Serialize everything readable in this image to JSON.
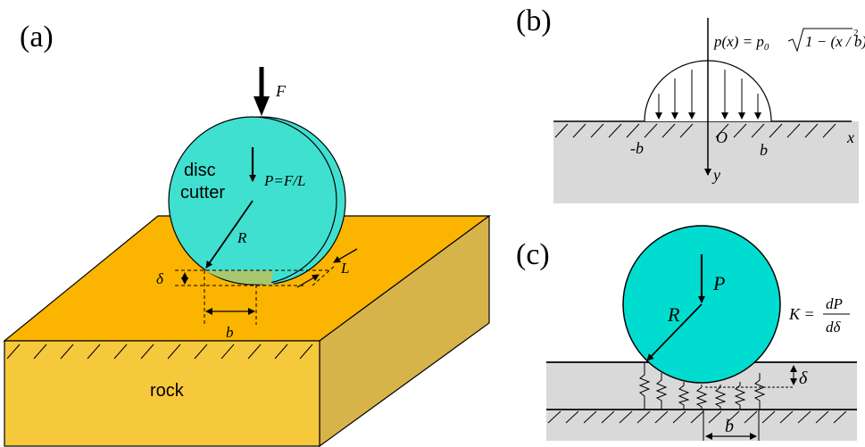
{
  "panels": {
    "a": {
      "label": "(a)",
      "force": "F",
      "disc_text_1": "disc",
      "disc_text_2": "cutter",
      "line_load": "P=F/L",
      "radius": "R",
      "width": "L",
      "depth": "δ",
      "half_width": "b",
      "rock": "rock"
    },
    "b": {
      "label": "(b)",
      "eq_lhs": "p(x) = p",
      "eq_sub": "0",
      "eq_rhs": "1 − (x / b)",
      "eq_exp": "2",
      "neg_b": "-b",
      "origin": "O",
      "pos_b": "b",
      "x_axis": "x",
      "y_axis": "y"
    },
    "c": {
      "label": "(c)",
      "load": "P",
      "radius": "R",
      "stiffness_lhs": "K =",
      "stiffness_num": "dP",
      "stiffness_den": "dδ",
      "depth": "δ",
      "half_width": "b"
    }
  },
  "colors": {
    "disc": "#40E0D0",
    "disc_c": "#00DDD0",
    "rock_top": "#FBB400",
    "rock_front": "#F6C93C",
    "rock_side": "#D7B44A",
    "contact": "#A8C870",
    "ground": "#D9D9D9"
  }
}
